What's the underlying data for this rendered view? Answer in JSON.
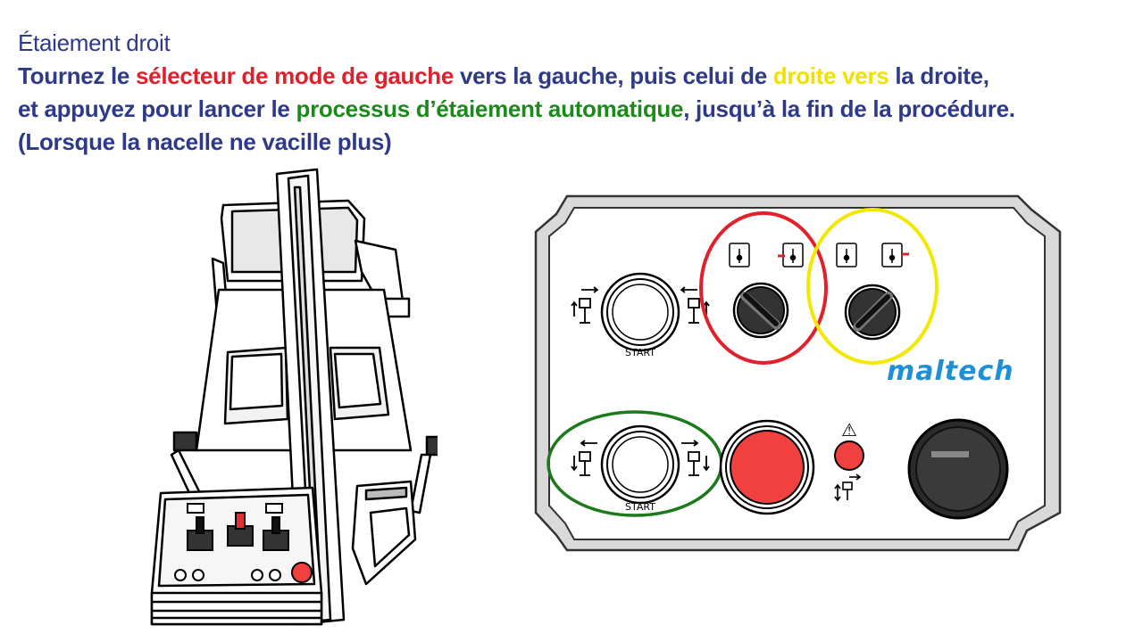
{
  "instruction": {
    "title": "Étaiement droit",
    "line1": {
      "before": "Tournez le ",
      "red": "sélecteur de mode de gauche",
      "middle": " vers la gauche, puis celui de ",
      "yellow": "droite vers",
      "after": " la droite,"
    },
    "line2": {
      "before": "et appuyez pour lancer le ",
      "green": "processus d’étaiement automatique",
      "after": ", jusqu’à la fin de la procédure."
    },
    "line3": "(Lorsque la nacelle ne vacille plus)"
  },
  "panel": {
    "brand": "maltech",
    "start_top_label": "START",
    "start_bottom_label": "START",
    "warning_symbol": "⚠"
  },
  "colors": {
    "text_blue": "#2e3a87",
    "highlight_red": "#e0202a",
    "highlight_yellow": "#f2e000",
    "highlight_green": "#1b8a1b",
    "brand_blue": "#1f8fd6",
    "stop_red": "#f04040"
  },
  "icons": {
    "selector_left": "rotary-selector-icon",
    "selector_right": "rotary-selector-icon",
    "emergency_stop": "emergency-stop-button",
    "warning": "warning-triangle-icon",
    "dark_button": "black-pushbutton"
  }
}
